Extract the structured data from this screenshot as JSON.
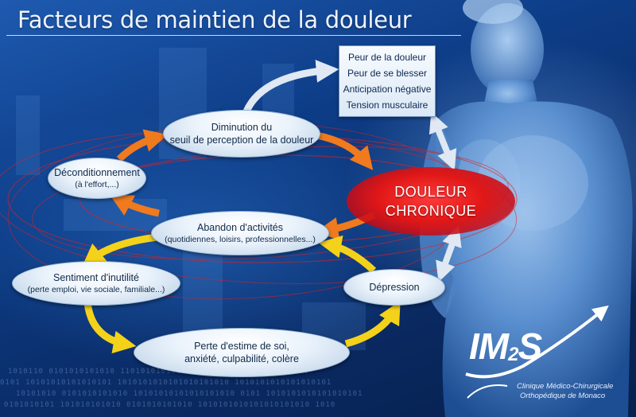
{
  "title": "Facteurs de maintien de la douleur",
  "fears": {
    "lines": [
      "Peur de la douleur",
      "Peur de se blesser",
      "Anticipation négative",
      "Tension musculaire"
    ]
  },
  "center": {
    "line1": "DOULEUR",
    "line2": "CHRONIQUE"
  },
  "nodes": {
    "diminution": {
      "line1": "Diminution du",
      "line2": "seuil de perception de la douleur"
    },
    "deconditionnement": {
      "line1": "Déconditionnement",
      "line2": "(à l'effort,...)"
    },
    "abandon": {
      "line1": "Abandon d'activités",
      "line2": "(quotidiennes, loisirs, professionnelles...)"
    },
    "inutilite": {
      "line1": "Sentiment d'inutilité",
      "line2": "(perte emploi, vie sociale, familiale...)"
    },
    "depression": {
      "line1": "Dépression"
    },
    "estime": {
      "line1": "Perte d'estime de soi,",
      "line2": "anxiété, culpabilité, colère"
    }
  },
  "logo": {
    "name_main": "IM",
    "name_sub": "2",
    "name_end": "S",
    "caption_line1": "Clinique Médico-Chirurgicale",
    "caption_line2": "Orthopédique de Monaco"
  },
  "colors": {
    "background": "#0d3c86",
    "node_fill": "#e9f2fb",
    "pain_red": "#e01717",
    "arrow_orange": "#f07a1e",
    "arrow_yellow": "#f5d21a",
    "arrow_white": "#dfe8f3"
  }
}
